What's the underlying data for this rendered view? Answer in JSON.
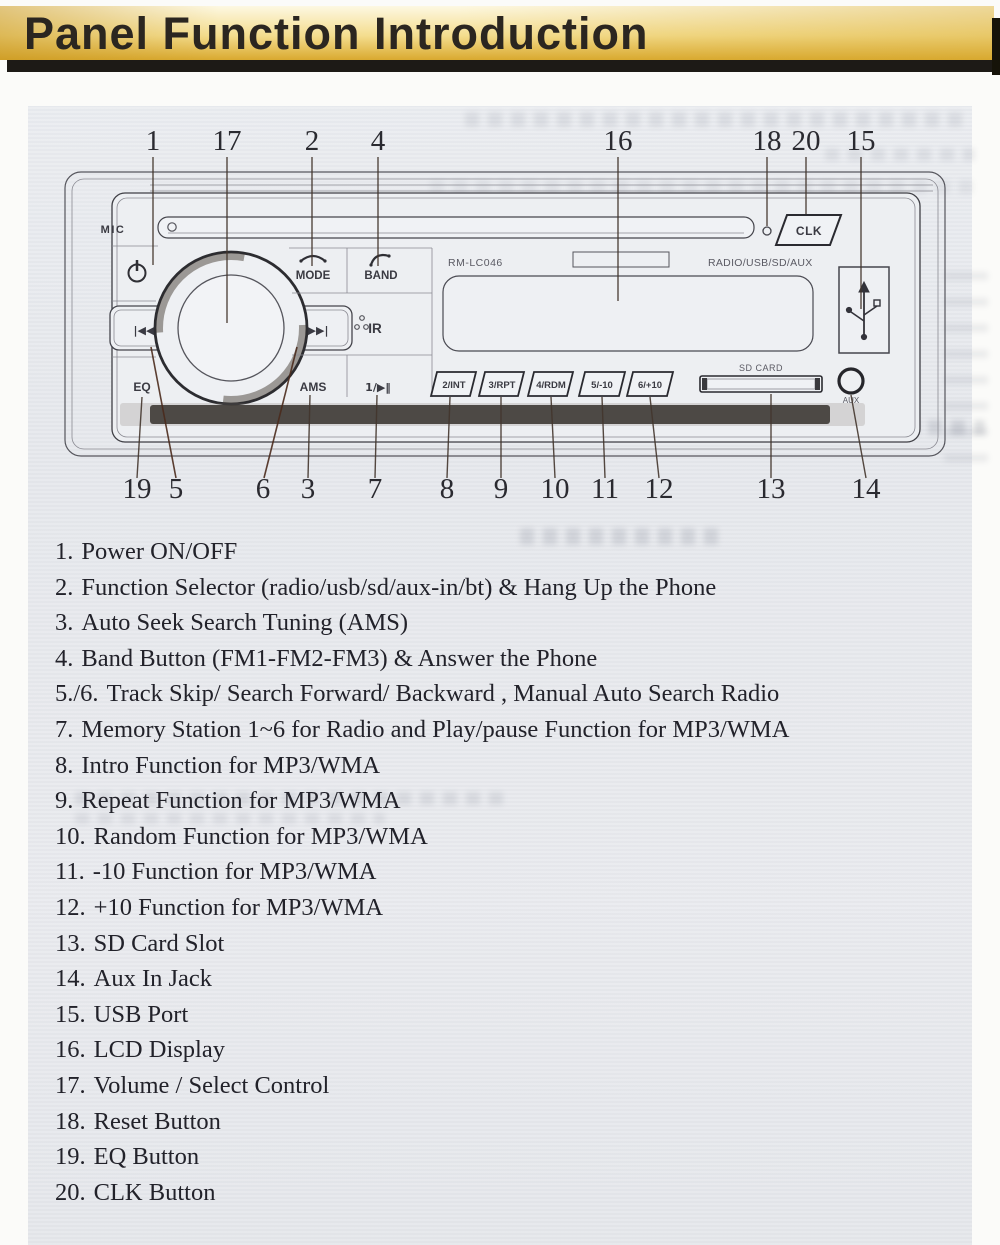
{
  "header": {
    "title": "Panel Function Introduction"
  },
  "device": {
    "model": "RM-LC046",
    "source_caption": "RADIO/USB/SD/AUX",
    "mic_label": "MIC",
    "ir_label": "IR",
    "sd_slot_label": "SD CARD",
    "aux_label": "AUX",
    "buttons": {
      "mode": "MODE",
      "band": "BAND",
      "eq": "EQ",
      "ams": "AMS",
      "play_pause": "1/▶‖",
      "clk": "CLK",
      "intro": "2/INT",
      "repeat": "3/RPT",
      "random": "4/RDM",
      "minus10": "5/-10",
      "plus10": "6/+10",
      "prev": "|◀◀",
      "next": "▶▶|"
    },
    "icons": {
      "power": "circle-with-bar",
      "mode_phone": "hang-up-handset",
      "band_phone": "answer-handset",
      "usb": "usb-trident",
      "ir": "ir-dots"
    }
  },
  "callouts": {
    "top": [
      "1",
      "17",
      "2",
      "4",
      "16",
      "18",
      "20",
      "15"
    ],
    "bottom": [
      "19",
      "5",
      "6",
      "3",
      "7",
      "8",
      "9",
      "10",
      "11",
      "12",
      "13",
      "14"
    ]
  },
  "functions": [
    {
      "num": "1.",
      "text": "Power ON/OFF"
    },
    {
      "num": "2.",
      "text": "Function Selector (radio/usb/sd/aux-in/bt) & Hang Up the Phone"
    },
    {
      "num": "3.",
      "text": "Auto Seek Search Tuning (AMS)"
    },
    {
      "num": "4.",
      "text": "Band Button (FM1-FM2-FM3) & Answer the Phone"
    },
    {
      "num": "5./6.",
      "text": "Track Skip/ Search Forward/ Backward , Manual Auto Search Radio"
    },
    {
      "num": "7.",
      "text": "Memory Station 1~6 for Radio and Play/pause Function for MP3/WMA"
    },
    {
      "num": "8.",
      "text": "Intro Function for MP3/WMA"
    },
    {
      "num": "9.",
      "text": "Repeat Function for MP3/WMA"
    },
    {
      "num": "10.",
      "text": "Random Function for MP3/WMA"
    },
    {
      "num": "11.",
      "text": "-10 Function for MP3/WMA"
    },
    {
      "num": "12.",
      "text": "+10 Function for MP3/WMA"
    },
    {
      "num": "13.",
      "text": "SD Card Slot"
    },
    {
      "num": "14.",
      "text": "Aux In Jack"
    },
    {
      "num": "15.",
      "text": "USB Port"
    },
    {
      "num": "16.",
      "text": "LCD Display"
    },
    {
      "num": "17.",
      "text": "Volume / Select Control"
    },
    {
      "num": "18.",
      "text": "Reset Button"
    },
    {
      "num": "19.",
      "text": "EQ Button"
    },
    {
      "num": "20.",
      "text": "CLK Button"
    }
  ]
}
